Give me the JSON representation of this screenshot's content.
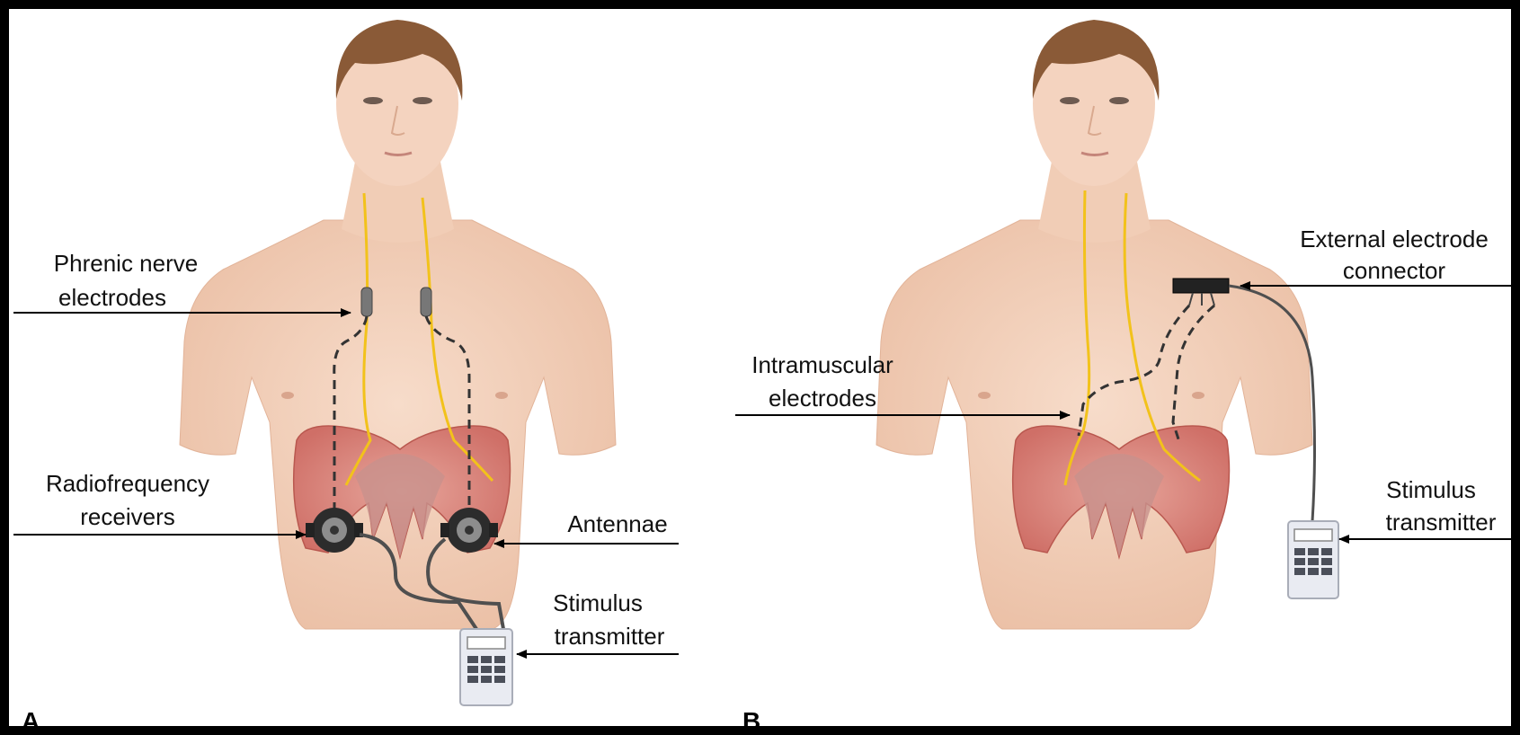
{
  "panels": {
    "a": {
      "letter": "A",
      "labels": {
        "phrenic_line1": "Phrenic nerve",
        "phrenic_line2": "electrodes",
        "rf_line1": "Radiofrequency",
        "rf_line2": "receivers",
        "antennae": "Antennae",
        "stim_line1": "Stimulus",
        "stim_line2": "transmitter"
      }
    },
    "b": {
      "letter": "B",
      "labels": {
        "ext_line1": "External electrode",
        "ext_line2": "connector",
        "intra_line1": "Intramuscular",
        "intra_line2": "electrodes",
        "stim_line1": "Stimulus",
        "stim_line2": "transmitter"
      }
    }
  },
  "colors": {
    "frame": "#000000",
    "background": "#ffffff",
    "skin": "#f3d2bd",
    "skin_shadow": "#e7b99f",
    "hair": "#8a5a37",
    "nerve": "#f2c21b",
    "diaphragm": "#d9847a",
    "diaphragm_inner": "#c98a86",
    "electrode": "#777777",
    "device": "#e9ebf2"
  }
}
